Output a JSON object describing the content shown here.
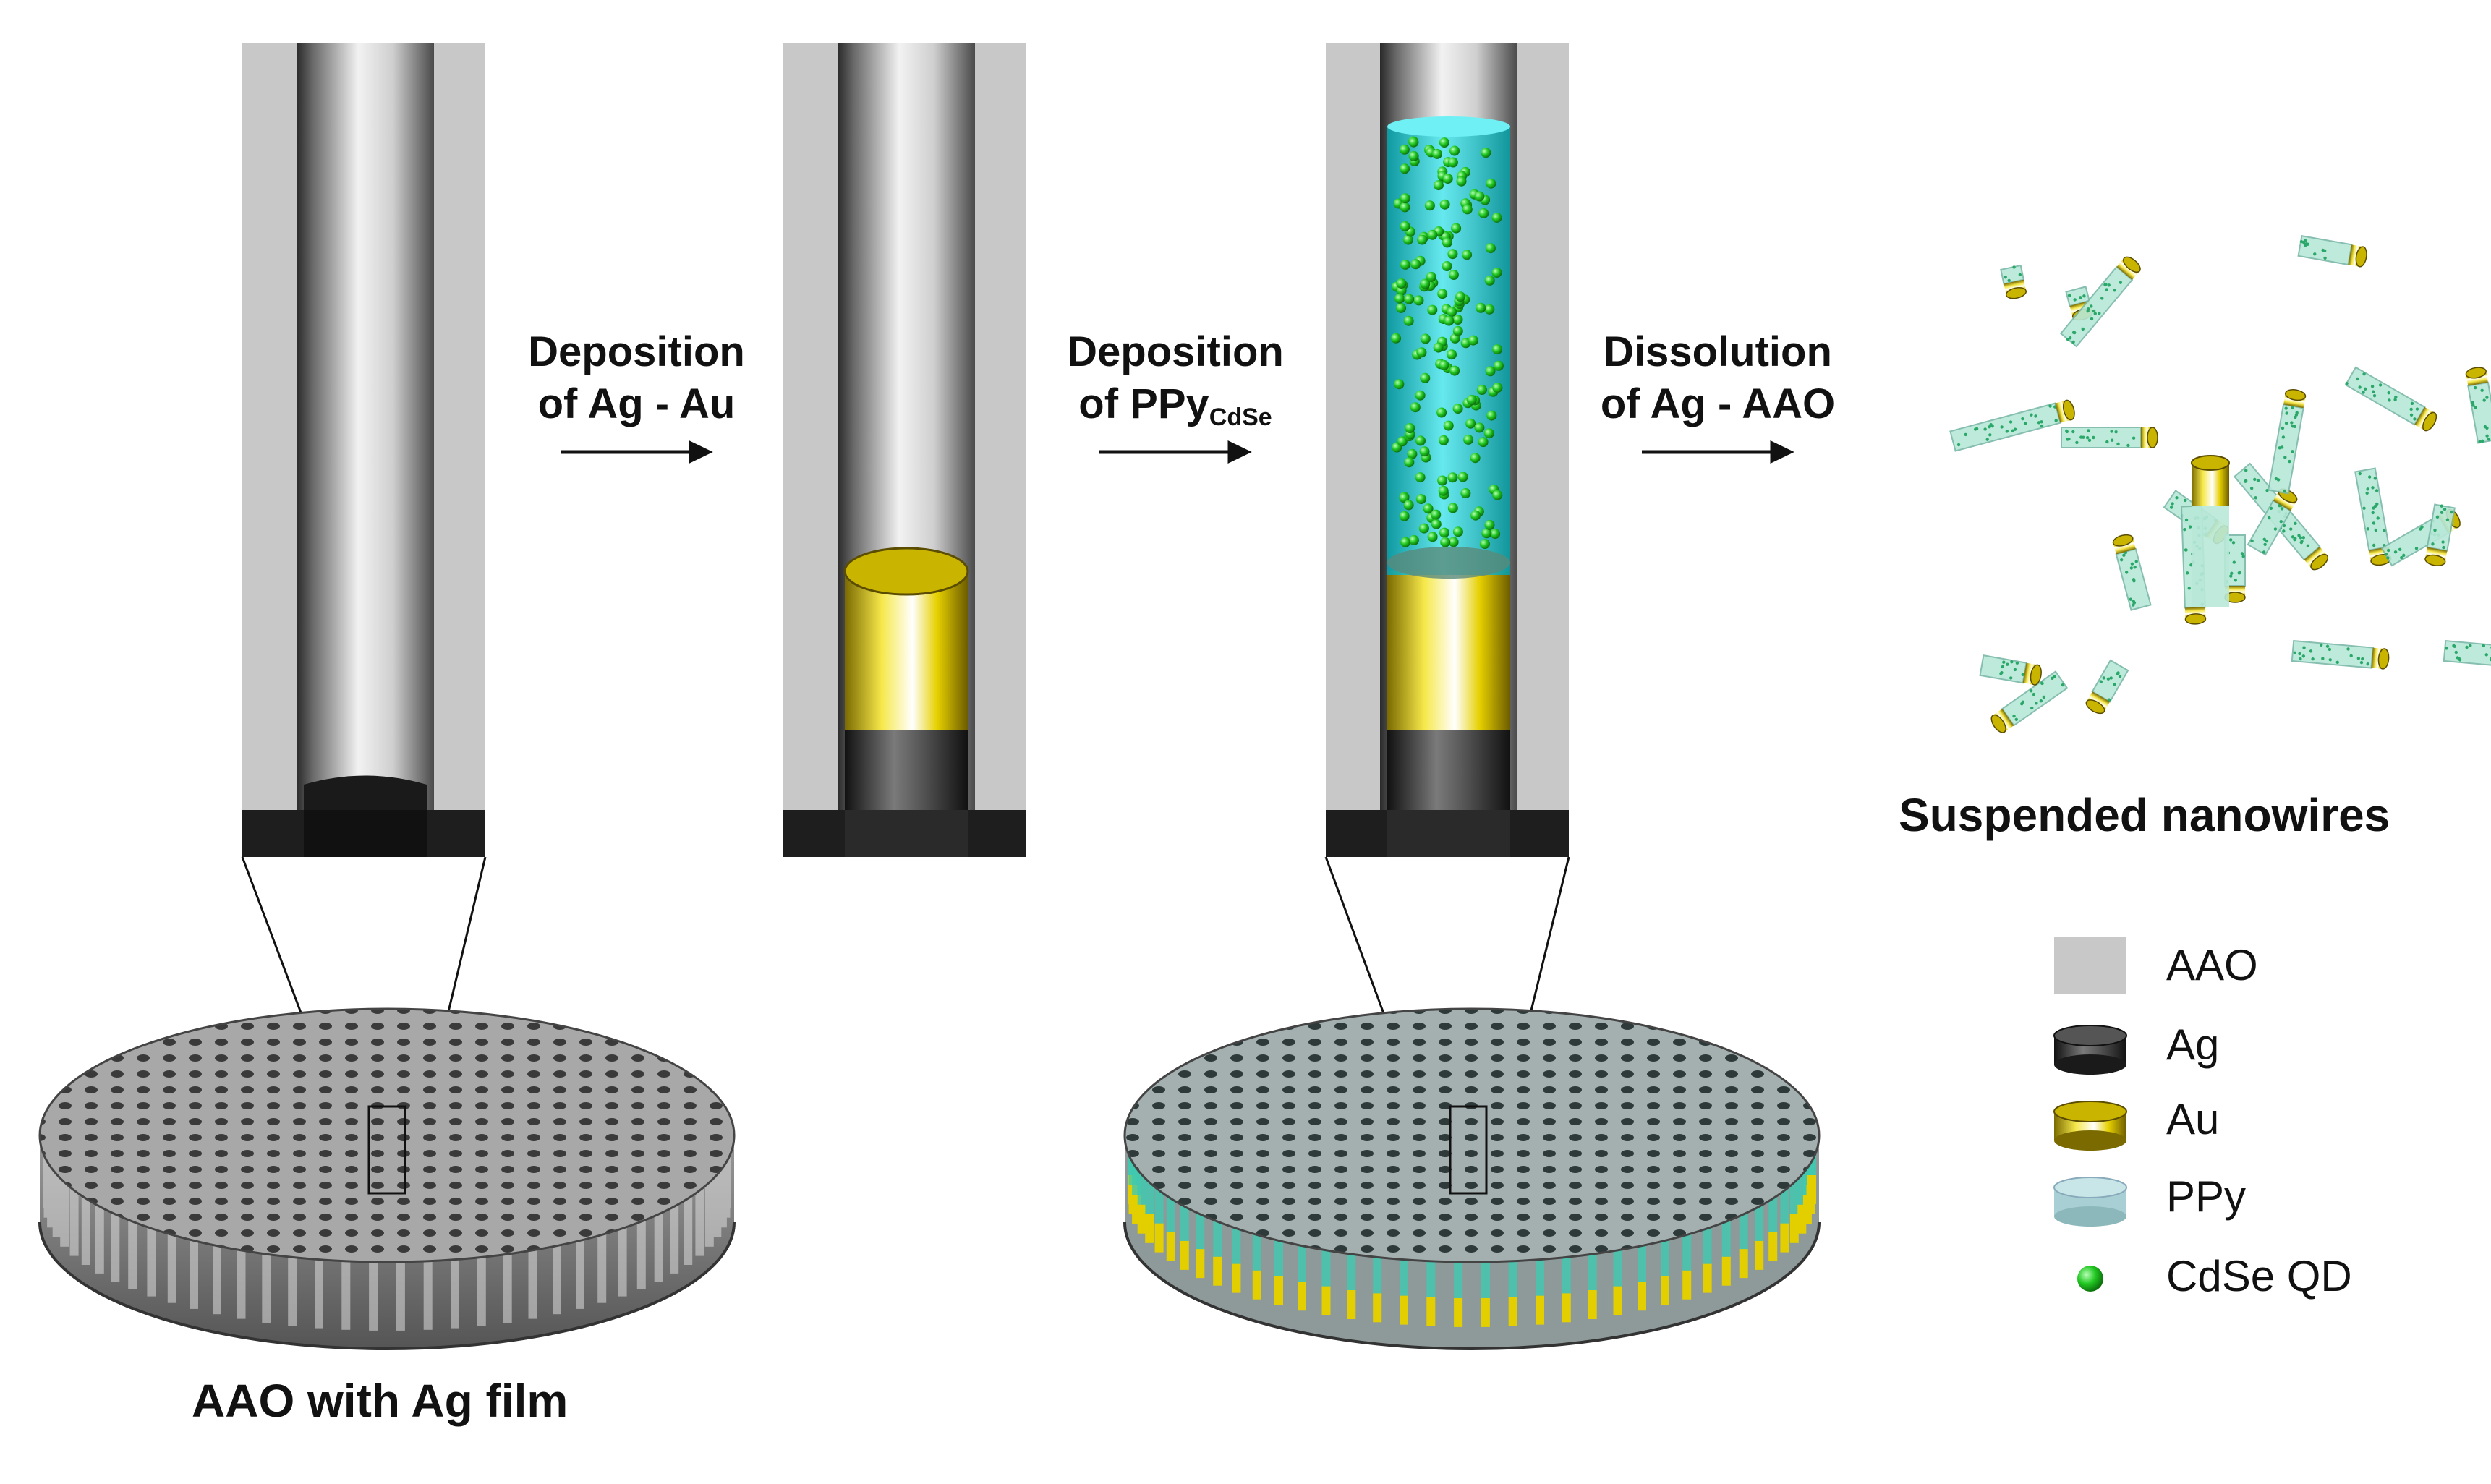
{
  "steps": [
    {
      "line1": "Deposition",
      "line2": "of Ag - Au",
      "sub": ""
    },
    {
      "line1": "Deposition",
      "line2": "of PPy",
      "sub": "CdSe"
    },
    {
      "line1": "Dissolution",
      "line2": "of Ag - AAO",
      "sub": ""
    }
  ],
  "captions": {
    "template": "AAO with Ag film",
    "product": "Suspended nanowires"
  },
  "legend": [
    {
      "label": "AAO",
      "icon": "aao-swatch-icon",
      "color": "#c8c8c8"
    },
    {
      "label": "Ag",
      "icon": "ag-cylinder-icon",
      "color": "#333333"
    },
    {
      "label": "Au",
      "icon": "au-cylinder-icon",
      "color": "#e8d200"
    },
    {
      "label": "PPy",
      "icon": "ppy-cylinder-icon",
      "color": "#a8d0d4"
    },
    {
      "label": "CdSe QD",
      "icon": "cdse-qd-icon",
      "color": "#22bb22"
    }
  ],
  "colors": {
    "aao": "#c8c8c8",
    "ag": "#333333",
    "au": "#e8d200",
    "ppy": "#3fd6d6",
    "qd": "#22bb22"
  }
}
